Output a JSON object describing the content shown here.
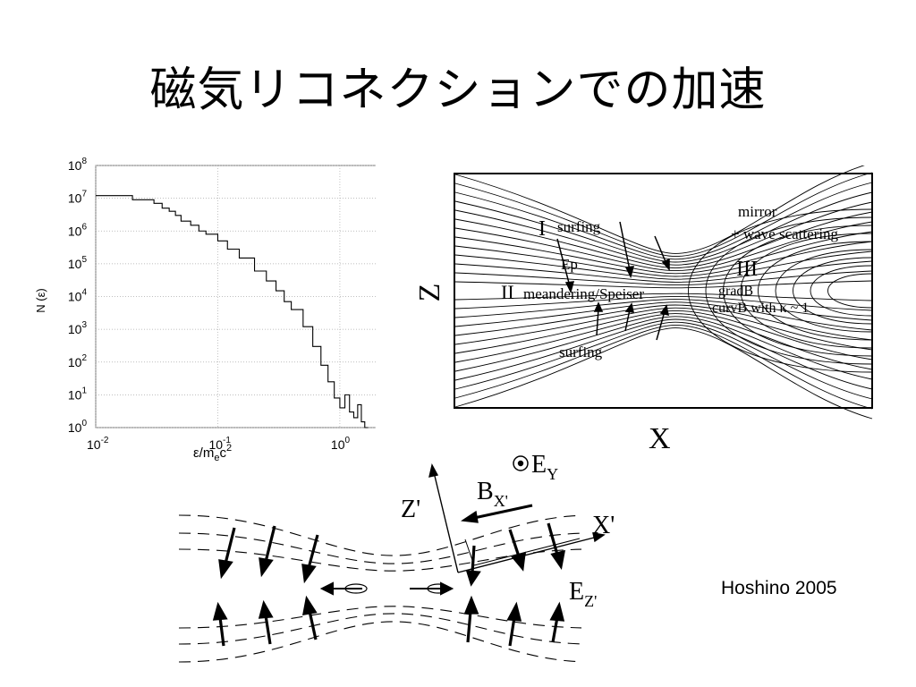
{
  "slide": {
    "title": "磁気リコネクションでの加速",
    "credit": "Hoshino 2005"
  },
  "chart_data": {
    "type": "line",
    "xscale": "log",
    "yscale": "log",
    "xlim": [
      0.01,
      2
    ],
    "ylim": [
      1,
      100000000
    ],
    "xlabel": "ε/m",
    "xlabel_sub": "e",
    "xlabel_tail": "c",
    "xlabel_sup": "2",
    "ylabel": "N (ε)",
    "grid": true,
    "xticks": [
      {
        "base": "10",
        "exp": "-2"
      },
      {
        "base": "10",
        "exp": "-1"
      },
      {
        "base": "10",
        "exp": "0"
      }
    ],
    "yticks": [
      {
        "base": "10",
        "exp": "0"
      },
      {
        "base": "10",
        "exp": "1"
      },
      {
        "base": "10",
        "exp": "2"
      },
      {
        "base": "10",
        "exp": "3"
      },
      {
        "base": "10",
        "exp": "4"
      },
      {
        "base": "10",
        "exp": "5"
      },
      {
        "base": "10",
        "exp": "6"
      },
      {
        "base": "10",
        "exp": "7"
      },
      {
        "base": "10",
        "exp": "8"
      }
    ],
    "series": [
      {
        "x": [
          0.01,
          0.02,
          0.02,
          0.03,
          0.035,
          0.04,
          0.045,
          0.05,
          0.06,
          0.07,
          0.08,
          0.1,
          0.12,
          0.15,
          0.2,
          0.25,
          0.3,
          0.35,
          0.4,
          0.5,
          0.6,
          0.7,
          0.8,
          0.9,
          1.0,
          1.1,
          1.2,
          1.3,
          1.4,
          1.5,
          1.6,
          1.7
        ],
        "y": [
          12000000,
          12000000,
          9000000,
          7000000,
          5000000,
          4000000,
          3000000,
          2000000,
          1500000,
          1000000,
          800000,
          500000,
          280000,
          150000,
          60000,
          30000,
          15000,
          7000,
          4000,
          1200,
          300,
          80,
          25,
          8,
          4,
          10,
          3,
          2,
          5,
          1.5,
          1,
          1
        ]
      }
    ]
  },
  "diagram_top": {
    "axis_z": "Z",
    "axis_x": "X",
    "region_1": "I",
    "region_2": "II",
    "region_3": "III",
    "surfing_top": "surfing",
    "surfing_bottom": "surfing",
    "ep": "Ep",
    "meandering": "meandering/Speiser",
    "mirror": "mirror",
    "wave": "+ wave scattering",
    "gradb": "gradB",
    "curvb": "curvB with κ ~ 1"
  },
  "diagram_bottom": {
    "z_axis": "Z'",
    "x_axis": "X'",
    "bx_label": "B",
    "bx_sub": "X'",
    "ey_label": "E",
    "ey_sub": "Y",
    "ez_label": "E",
    "ez_sub": "Z'"
  }
}
